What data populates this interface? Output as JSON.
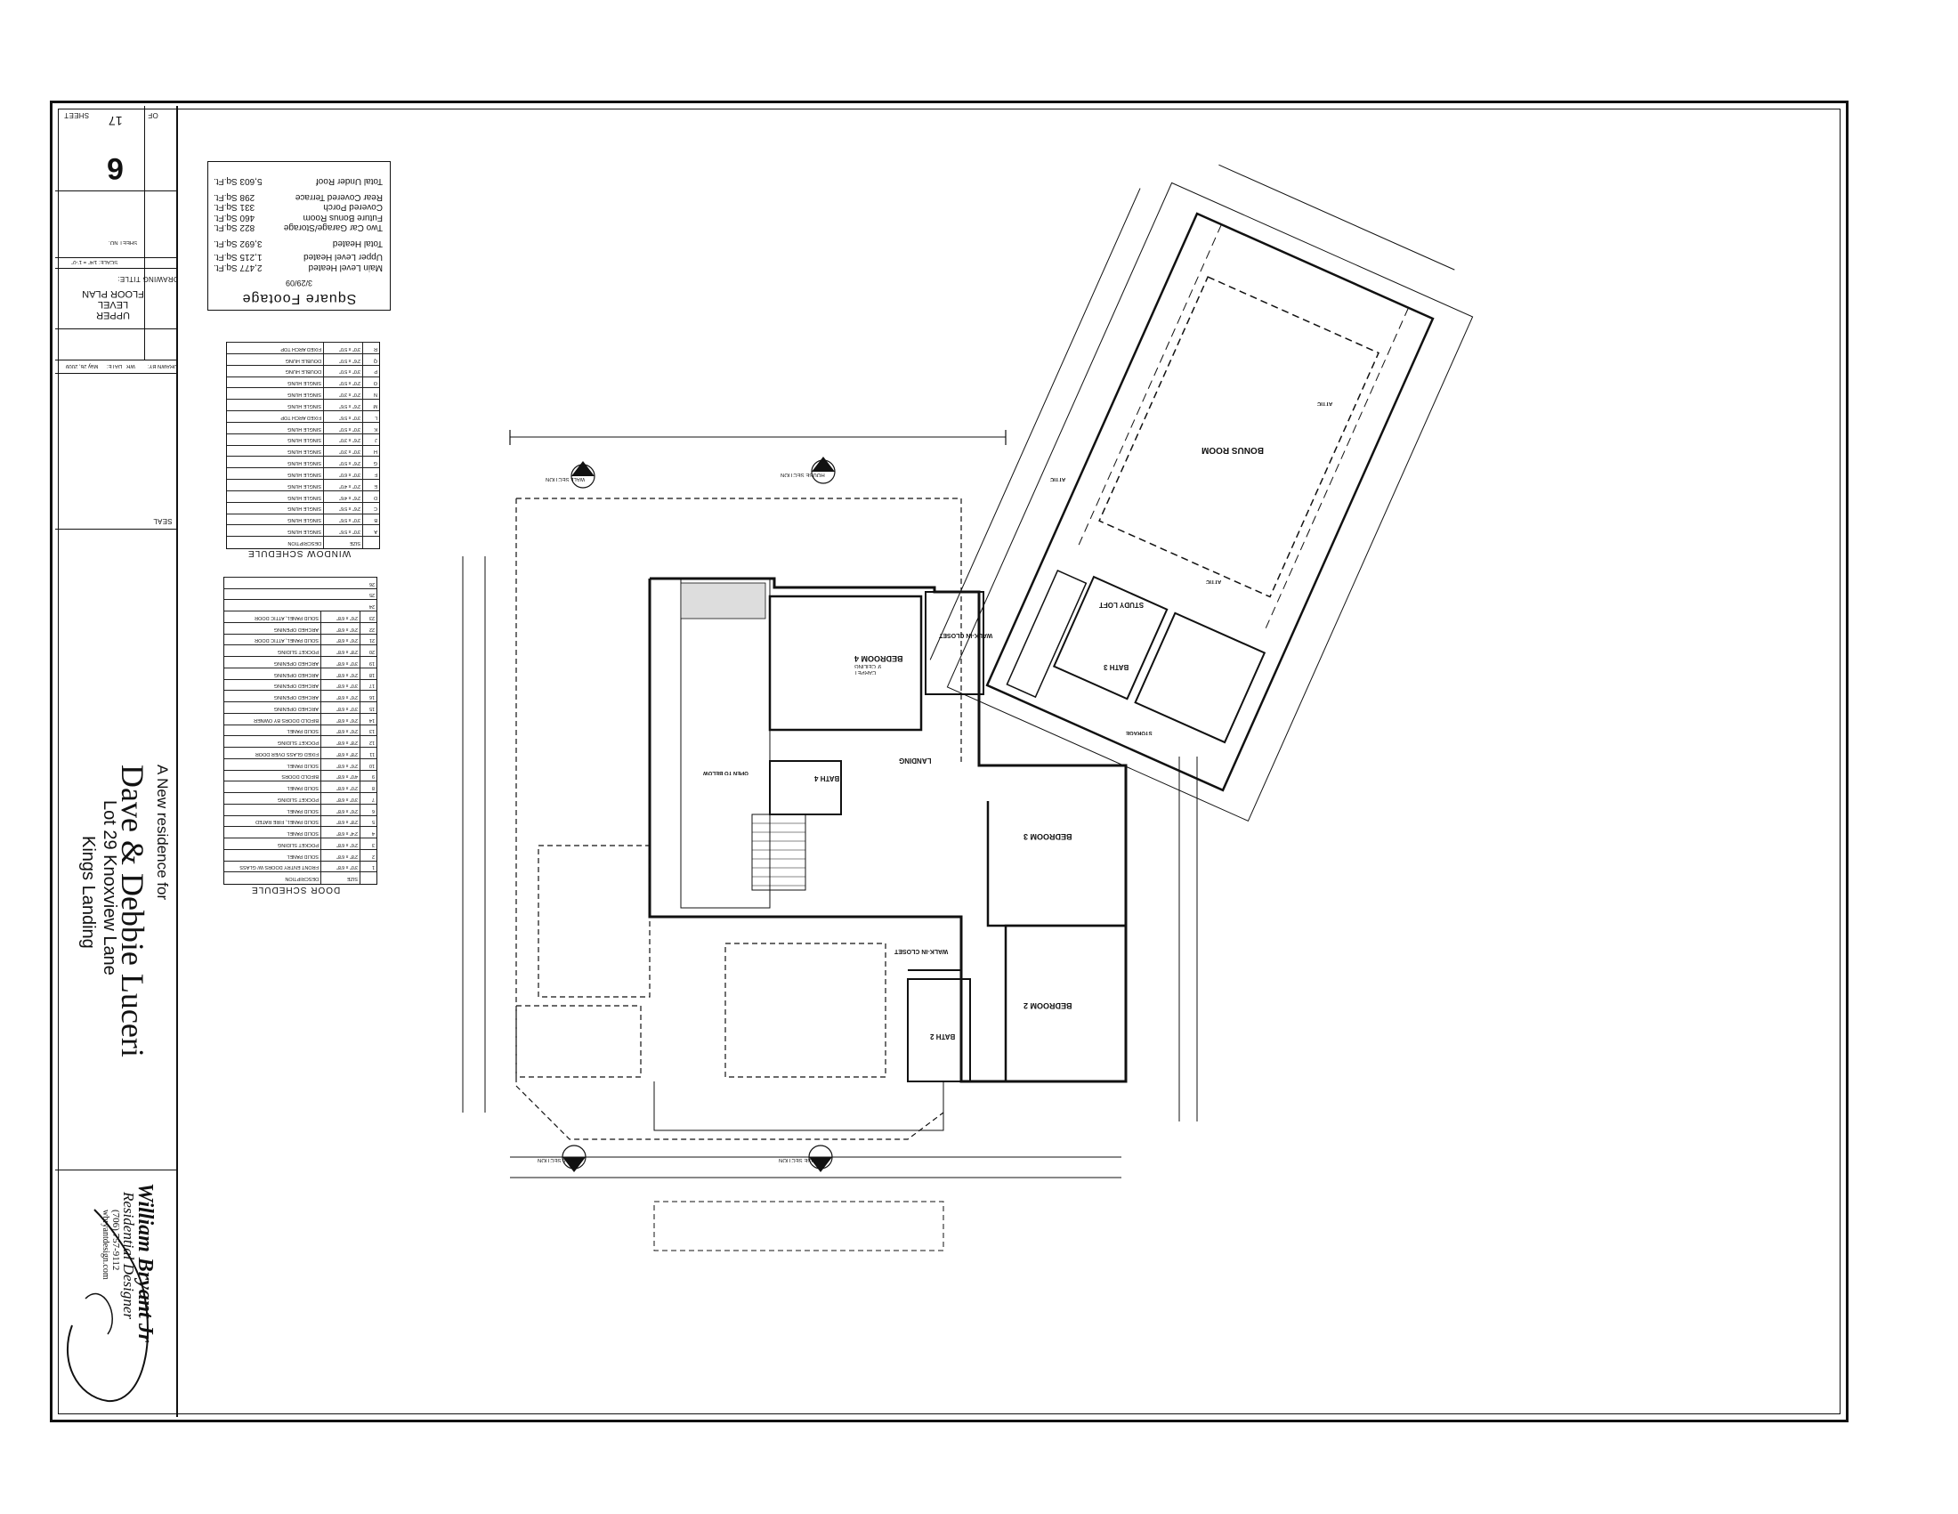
{
  "title_block": {
    "sheet_label": "SHEET",
    "sheet_number": "6",
    "sheet_of": "OF",
    "sheet_total": "17",
    "sheet_no_label": "SHEET NO.",
    "scale": "SCALE: 1/4\" = 1'-0\"",
    "drawing_title_label": "DRAWING TITLE:",
    "drawing_title": "UPPER LEVEL FLOOR PLAN",
    "drawn_by_label": "DRAWN BY:",
    "drawn_by": "WR",
    "date_label": "DATE:",
    "date": "May 26, 2009",
    "seal_label": "SEAL",
    "project_intro": "A New residence for",
    "client_name": "Dave & Debbie Luceri",
    "lot": "Lot 29 Knoxview Lane",
    "subdivision": "Kings Landing",
    "designer_name": "William Bryant Jr",
    "designer_title": "Residential Designer",
    "designer_phone": "(706) 757-9112",
    "designer_web": "wbryantdesign.com"
  },
  "square_footage": {
    "title": "Square Footage",
    "date": "3/29/09",
    "rows": [
      {
        "label": "Main Level Heated",
        "value": "2,477 Sq.Ft."
      },
      {
        "label": "Upper Level Heated",
        "value": "1,215 Sq.Ft."
      },
      {
        "label": "Total Heated",
        "value": "3,692 Sq.Ft."
      },
      {
        "label": "Two Car Garage/Storage",
        "value": "822 Sq.Ft."
      },
      {
        "label": "Future Bonus Room",
        "value": "460 Sq.Ft."
      },
      {
        "label": "Covered Porch",
        "value": "331 Sq.Ft."
      },
      {
        "label": "Rear Covered Terrace",
        "value": "298 Sq.Ft."
      },
      {
        "label": "Total Under Roof",
        "value": "5,603 Sq.Ft."
      }
    ]
  },
  "window_schedule": {
    "title": "WINDOW SCHEDULE",
    "header": [
      "SIZE",
      "DESCRIPTION"
    ],
    "rows": [
      {
        "id": "A",
        "size": "3'0\" x 5'6\"",
        "desc": "SINGLE HUNG"
      },
      {
        "id": "B",
        "size": "3'0\" x 5'6\"",
        "desc": "SINGLE HUNG"
      },
      {
        "id": "C",
        "size": "2'6\" x 5'6\"",
        "desc": "SINGLE HUNG"
      },
      {
        "id": "D",
        "size": "2'6\" x 4'6\"",
        "desc": "SINGLE HUNG"
      },
      {
        "id": "E",
        "size": "2'0\" x 4'0\"",
        "desc": "SINGLE HUNG"
      },
      {
        "id": "F",
        "size": "3'0\" x 6'0\"",
        "desc": "SINGLE HUNG"
      },
      {
        "id": "G",
        "size": "2'6\" x 5'0\"",
        "desc": "SINGLE HUNG"
      },
      {
        "id": "H",
        "size": "3'0\" x 3'0\"",
        "desc": "SINGLE HUNG"
      },
      {
        "id": "J",
        "size": "2'6\" x 3'0\"",
        "desc": "SINGLE HUNG"
      },
      {
        "id": "K",
        "size": "3'0\" x 5'0\"",
        "desc": "SINGLE HUNG"
      },
      {
        "id": "L",
        "size": "3'0\" x 5'6\"",
        "desc": "FIXED ARCH TOP"
      },
      {
        "id": "M",
        "size": "2'6\" x 5'6\"",
        "desc": "SINGLE HUNG"
      },
      {
        "id": "N",
        "size": "2'0\" x 3'0\"",
        "desc": "SINGLE HUNG"
      },
      {
        "id": "O",
        "size": "2'0\" x 5'0\"",
        "desc": "SINGLE HUNG"
      },
      {
        "id": "P",
        "size": "3'0\" x 5'0\"",
        "desc": "DOUBLE HUNG"
      },
      {
        "id": "Q",
        "size": "2'6\" x 5'0\"",
        "desc": "DOUBLE HUNG"
      },
      {
        "id": "R",
        "size": "3'0\" x 5'0\"",
        "desc": "FIXED ARCH TOP"
      }
    ]
  },
  "door_schedule": {
    "title": "DOOR SCHEDULE",
    "header": [
      "SIZE",
      "DESCRIPTION"
    ],
    "rows": [
      {
        "id": "1",
        "size": "3'0\" x 6'8\"",
        "desc": "FRONT ENTRY DOORS W/ GLASS"
      },
      {
        "id": "2",
        "size": "2'8\" x 6'8\"",
        "desc": "SOLID PANEL"
      },
      {
        "id": "3",
        "size": "2'6\" x 6'8\"",
        "desc": "POCKET SLIDING"
      },
      {
        "id": "4",
        "size": "2'4\" x 6'8\"",
        "desc": "SOLID PANEL"
      },
      {
        "id": "5",
        "size": "2'8\" x 6'8\"",
        "desc": "SOLID PANEL, FIRE RATED"
      },
      {
        "id": "6",
        "size": "2'6\" x 6'8\"",
        "desc": "SOLID PANEL"
      },
      {
        "id": "7",
        "size": "3'0\" x 6'8\"",
        "desc": "POCKET SLIDING"
      },
      {
        "id": "8",
        "size": "2'0\" x 6'8\"",
        "desc": "SOLID PANEL"
      },
      {
        "id": "9",
        "size": "4'0\" x 6'8\"",
        "desc": "BIFOLD DOORS"
      },
      {
        "id": "10",
        "size": "2'6\" x 6'8\"",
        "desc": "SOLID PANEL"
      },
      {
        "id": "11",
        "size": "2'8\" x 6'8\"",
        "desc": "FIXED GLASS OVER DOOR"
      },
      {
        "id": "12",
        "size": "2'8\" x 6'8\"",
        "desc": "POCKET SLIDING"
      },
      {
        "id": "13",
        "size": "2'6\" x 6'8\"",
        "desc": "SOLID PANEL"
      },
      {
        "id": "14",
        "size": "2'6\" x 6'8\"",
        "desc": "BIFOLD DOORS BY OWNER"
      },
      {
        "id": "15",
        "size": "3'0\" x 6'8\"",
        "desc": "ARCHED OPENING"
      },
      {
        "id": "16",
        "size": "2'6\" x 6'8\"",
        "desc": "ARCHED OPENING"
      },
      {
        "id": "17",
        "size": "3'0\" x 6'8\"",
        "desc": "ARCHED OPENING"
      },
      {
        "id": "18",
        "size": "2'6\" x 6'8\"",
        "desc": "ARCHED OPENING"
      },
      {
        "id": "19",
        "size": "3'0\" x 6'8\"",
        "desc": "ARCHED OPENING"
      },
      {
        "id": "20",
        "size": "2'8\" x 6'8\"",
        "desc": "POCKET SLIDING"
      },
      {
        "id": "21",
        "size": "2'6\" x 6'8\"",
        "desc": "SOLID PANEL, ATTIC DOOR"
      },
      {
        "id": "22",
        "size": "2'6\" x 6'8\"",
        "desc": "ARCHED OPENING"
      },
      {
        "id": "23",
        "size": "2'6\" x 6'8\"",
        "desc": "SOLID PANEL, ATTIC DOOR"
      },
      {
        "id": "24",
        "size": "",
        "desc": ""
      },
      {
        "id": "25",
        "size": "",
        "desc": ""
      },
      {
        "id": "26",
        "size": "",
        "desc": ""
      }
    ]
  },
  "rooms": {
    "bonus_room": "BONUS ROOM",
    "bedroom_4": "BEDROOM 4",
    "bedroom_3": "BEDROOM 3",
    "bedroom_2": "BEDROOM 2",
    "bath_4": "BATH 4",
    "bath_3": "BATH 3",
    "bath_2": "BATH 2",
    "study_loft": "STUDY LOFT",
    "walk_in_closet": "WALK-IN CLOSET",
    "landing": "LANDING",
    "attic": "ATTIC",
    "open_to_below": "OPEN TO BELOW",
    "storage": "STORAGE",
    "ceiling": "9' CEILING",
    "carpet": "CARPET",
    "house_section": "HOUSE SECTION",
    "wall_section": "WALL SECTION"
  }
}
